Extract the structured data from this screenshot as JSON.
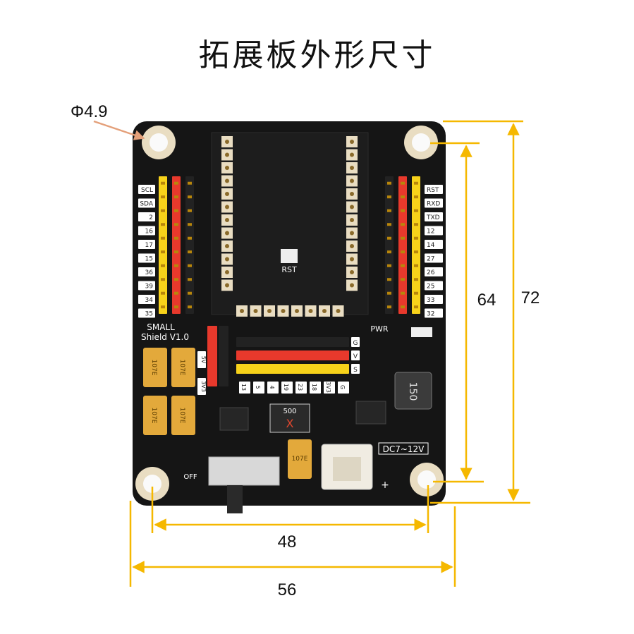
{
  "title": "拓展板外形尺寸",
  "dimensions": {
    "hole_diameter": "Φ4.9",
    "hole_spacing_vertical": "64",
    "board_height": "72",
    "hole_spacing_horizontal": "48",
    "board_width": "56"
  },
  "board": {
    "rst_label": "RST",
    "small_label": "SMALL",
    "shield_label": "Shield  V1.0",
    "pwr_label": "PWR",
    "dc_label": "DC7~12V",
    "off_label": "OFF",
    "plus_label": "+",
    "inductor_label": "150",
    "chip_label": "500",
    "chip_mark": "X",
    "cap_label": "107E",
    "left_pins": [
      "SCL",
      "SDA",
      "2",
      "16",
      "17",
      "15",
      "36",
      "39",
      "34",
      "35"
    ],
    "right_pins": [
      "RST",
      "RXD",
      "TXD",
      "12",
      "14",
      "27",
      "26",
      "25",
      "33",
      "32"
    ],
    "bottom_pins": [
      "13",
      "5",
      "4",
      "19",
      "23",
      "18",
      "3V3",
      "G"
    ],
    "power_header": [
      "5V",
      "3V3"
    ],
    "bank_labels": [
      "G",
      "V",
      "S"
    ]
  },
  "colors": {
    "dimension": "#f5b800",
    "board": "#151515",
    "header_yellow": "#f7d21a",
    "header_red": "#e8392c",
    "header_black": "#222222",
    "pad": "#e9ddc2",
    "arrow": "#e4a07a"
  }
}
